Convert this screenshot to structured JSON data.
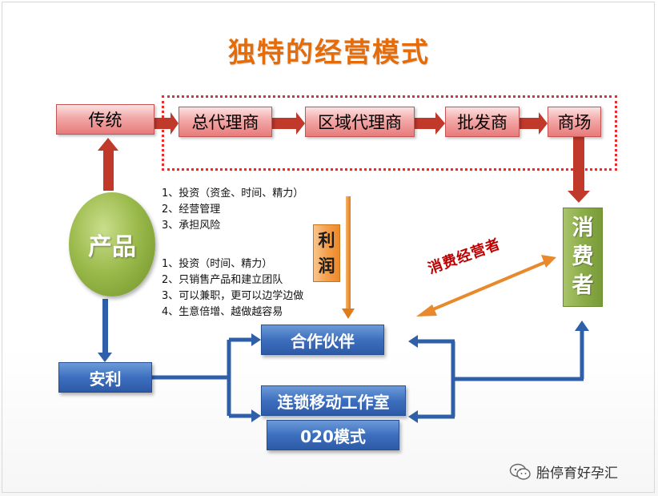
{
  "title": "独特的经营模式",
  "chain": {
    "traditional": "传统",
    "general_agent": "总代理商",
    "regional_agent": "区域代理商",
    "wholesaler": "批发商",
    "mall": "商场"
  },
  "product": "产品",
  "profit": [
    "利",
    "润"
  ],
  "consumer": [
    "消",
    "费",
    "者"
  ],
  "traditional_notes": [
    "1、投资（资金、时间、精力）",
    "2、经营管理",
    "3、承担风险"
  ],
  "amway_notes": [
    "1、投资（时间、精力）",
    "2、只销售产品和建立团队",
    "3、可以兼职，更可以边学边做",
    "4、生意倍增、越做越容易"
  ],
  "consumer_operator": "消费经营者",
  "amway": "安利",
  "partner": "合作伙伴",
  "chain_studio": "连锁移动工作室",
  "o2o": "020模式",
  "watermark": "胎停育好孕汇",
  "colors": {
    "title": "#e46c0a",
    "red_arrow": "#c0392b",
    "blue_arrow": "#2e5fa8",
    "orange_arrow": "#e8892b",
    "label_red": "#c00000"
  }
}
